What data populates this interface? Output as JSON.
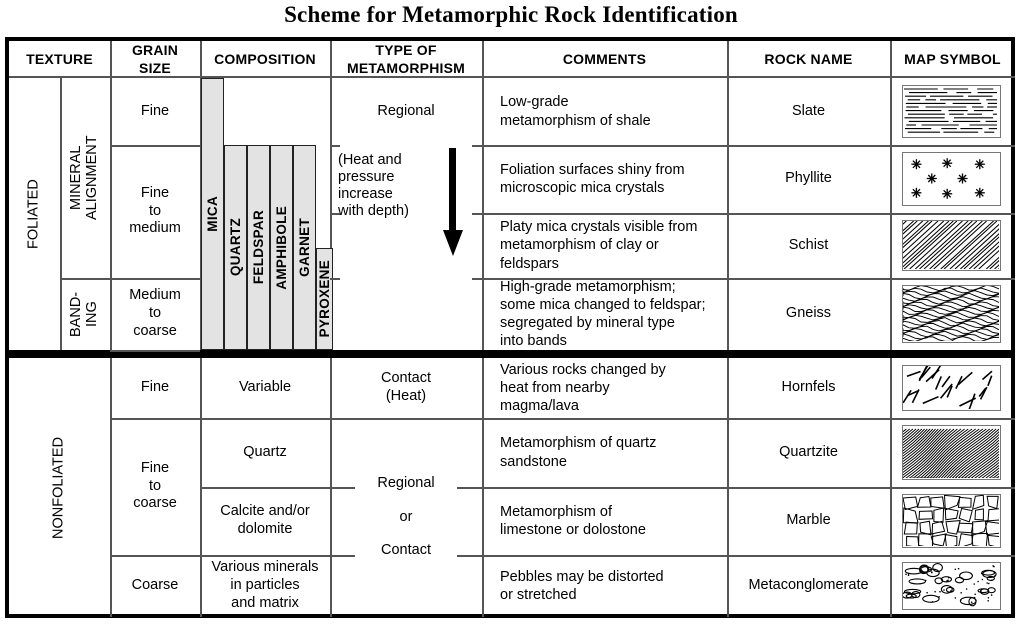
{
  "title": "Scheme for Metamorphic Rock Identification",
  "columns": [
    {
      "key": "texture",
      "label": "TEXTURE"
    },
    {
      "key": "grain_size",
      "label": "GRAIN\nSIZE",
      "line1": "GRAIN",
      "line2": "SIZE"
    },
    {
      "key": "composition",
      "label": "COMPOSITION"
    },
    {
      "key": "type_of_metamorphism",
      "label": "TYPE OF\nMETAMORPHISM",
      "line1": "TYPE OF",
      "line2": "METAMORPHISM"
    },
    {
      "key": "comments",
      "label": "COMMENTS"
    },
    {
      "key": "rock_name",
      "label": "ROCK NAME"
    },
    {
      "key": "map_symbol",
      "label": "MAP SYMBOL"
    }
  ],
  "texture_groups": [
    {
      "label": "FOLIATED",
      "sub": [
        {
          "label": "MINERAL ALIGNMENT",
          "line1": "MINERAL",
          "line2": "ALIGNMENT"
        },
        {
          "label": "BAND- ING",
          "line1": "BAND-",
          "line2": "ING"
        }
      ]
    },
    {
      "label": "NONFOLIATED",
      "sub": []
    }
  ],
  "grain_sizes": {
    "foliated": [
      "Fine",
      "Fine\nto\nmedium",
      "Medium\nto\ncoarse"
    ],
    "nonfoliated": [
      "Fine",
      "Fine\nto\ncoarse",
      "Coarse"
    ]
  },
  "grain_size_cells": [
    {
      "l1": "Fine",
      "l2": "",
      "l3": ""
    },
    {
      "l1": "Fine",
      "l2": "to",
      "l3": "medium"
    },
    {
      "l1": "Medium",
      "l2": "to",
      "l3": "coarse"
    },
    {
      "l1": "Fine",
      "l2": "",
      "l3": ""
    },
    {
      "l1": "Fine",
      "l2": "to",
      "l3": "coarse"
    },
    {
      "l1": "Coarse",
      "l2": "",
      "l3": ""
    }
  ],
  "minerals": [
    {
      "name": "MICA"
    },
    {
      "name": "QUARTZ"
    },
    {
      "name": "FELDSPAR"
    },
    {
      "name": "AMPHIBOLE"
    },
    {
      "name": "GARNET"
    },
    {
      "name": "PYROXENE"
    }
  ],
  "composition_nonfoliated": [
    {
      "l1": "Variable",
      "l2": "",
      "l3": ""
    },
    {
      "l1": "Quartz",
      "l2": "",
      "l3": ""
    },
    {
      "l1": "Calcite and/or",
      "l2": "dolomite",
      "l3": ""
    },
    {
      "l1": "Various minerals",
      "l2": "in particles",
      "l3": "and matrix"
    }
  ],
  "metamorphism": {
    "foliated_main": "Regional",
    "foliated_note": {
      "l1": "(Heat and",
      "l2": "pressure",
      "l3": "increase",
      "l4": "with depth)"
    },
    "arrow": "down-arrow",
    "contact": {
      "l1": "Contact",
      "l2": "(Heat)"
    },
    "regional_or_contact": {
      "l1": "Regional",
      "l2": "or",
      "l3": "Contact"
    }
  },
  "rows": [
    {
      "comments": [
        "Low-grade",
        "metamorphism of shale"
      ],
      "rock_name": "Slate",
      "map_symbol": "slate-horizontal-lines"
    },
    {
      "comments": [
        "Foliation surfaces shiny from",
        "microscopic mica crystals"
      ],
      "rock_name": "Phyllite",
      "map_symbol": "phyllite-asterisks"
    },
    {
      "comments": [
        "Platy mica crystals visible from",
        "metamorphism of clay or",
        "feldspars"
      ],
      "rock_name": "Schist",
      "map_symbol": "schist-diagonal-hatch"
    },
    {
      "comments": [
        "High-grade metamorphism;",
        "some mica changed to feldspar;",
        "segregated by mineral type",
        "into bands"
      ],
      "rock_name": "Gneiss",
      "map_symbol": "gneiss-wavy-bands"
    },
    {
      "comments": [
        "Various rocks changed by",
        "heat from nearby",
        "magma/lava"
      ],
      "rock_name": "Hornfels",
      "map_symbol": "hornfels-dashes"
    },
    {
      "comments": [
        "Metamorphism of quartz",
        "sandstone"
      ],
      "rock_name": "Quartzite",
      "map_symbol": "quartzite-dense-diagonal"
    },
    {
      "comments": [
        "Metamorphism of",
        "limestone or dolostone"
      ],
      "rock_name": "Marble",
      "map_symbol": "marble-polygons"
    },
    {
      "comments": [
        "Pebbles may be distorted",
        "or stretched"
      ],
      "rock_name": "Metaconglomerate",
      "map_symbol": "metaconglomerate-pebbles"
    }
  ],
  "colors": {
    "bar_fill": "#e3e3e3",
    "border": "#000000",
    "grid_line": "#555555"
  }
}
